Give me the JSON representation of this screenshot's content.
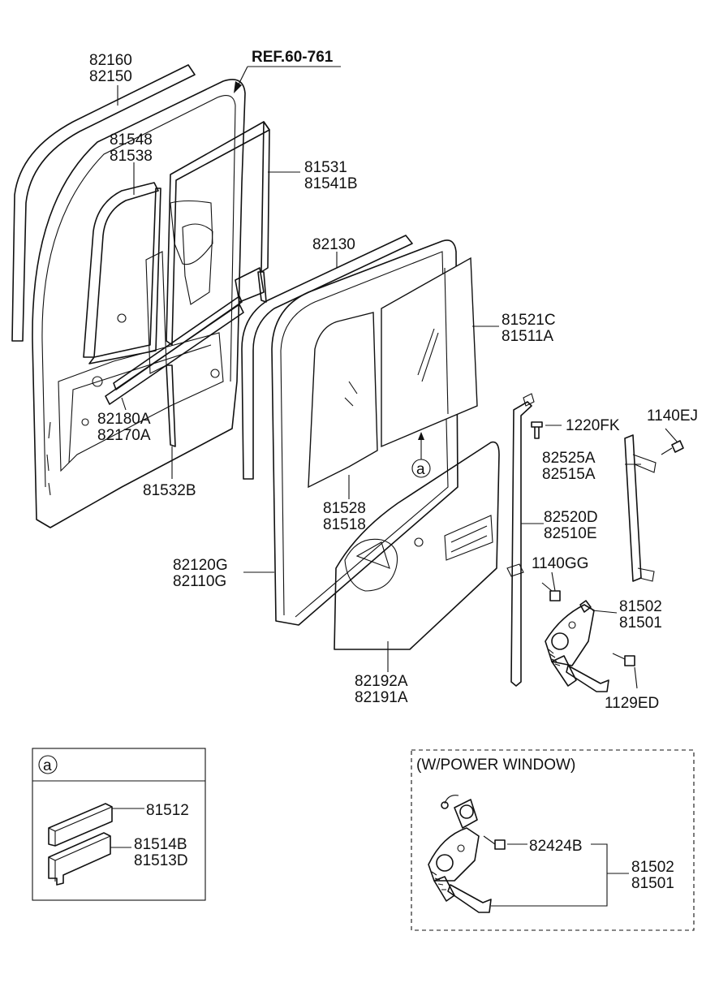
{
  "ref_label": "REF.60-761",
  "labels": {
    "p82160": "82160",
    "p82150": "82150",
    "p81548": "81548",
    "p81538": "81538",
    "p81531": "81531",
    "p81541B": "81541B",
    "p82130": "82130",
    "p81521C": "81521C",
    "p81511A": "81511A",
    "p82180A": "82180A",
    "p82170A": "82170A",
    "p81532B": "81532B",
    "p1220FK": "1220FK",
    "p1140EJ": "1140EJ",
    "p82525A": "82525A",
    "p82515A": "82515A",
    "p81528": "81528",
    "p81518": "81518",
    "p82520D": "82520D",
    "p82510E": "82510E",
    "p82120G": "82120G",
    "p82110G": "82110G",
    "p1140GG": "1140GG",
    "p81502": "81502",
    "p81501": "81501",
    "p1129ED": "1129ED",
    "p82192A": "82192A",
    "p82191A": "82191A"
  },
  "callout_a": "a",
  "detail_a": {
    "badge": "a",
    "p81512": "81512",
    "p81514B": "81514B",
    "p81513D": "81513D"
  },
  "power_window": {
    "title": "(W/POWER WINDOW)",
    "p82424B": "82424B",
    "p81502": "81502",
    "p81501": "81501"
  }
}
